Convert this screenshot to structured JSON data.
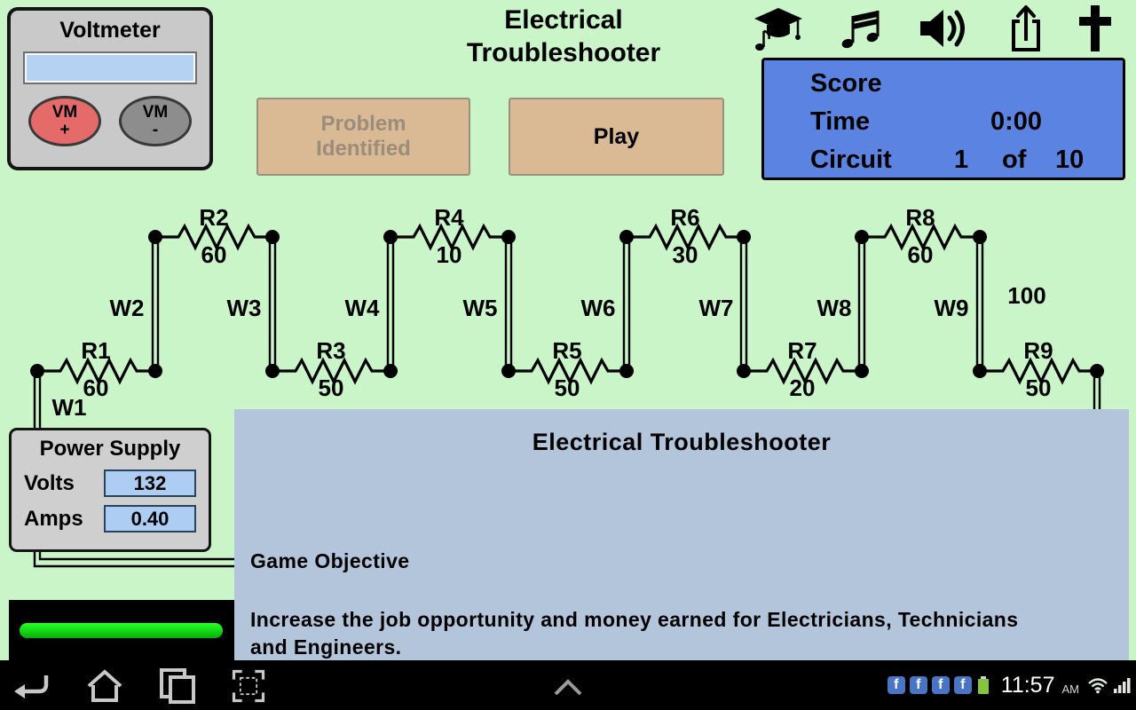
{
  "header": {
    "title_line1": "Electrical",
    "title_line2": "Troubleshooter"
  },
  "voltmeter": {
    "title": "Voltmeter",
    "display_value": "",
    "vm_plus": {
      "line1": "VM",
      "line2": "+"
    },
    "vm_minus": {
      "line1": "VM",
      "line2": "-"
    }
  },
  "controls": {
    "problem_button_line1": "Problem",
    "problem_button_line2": "Identified",
    "play_button": "Play"
  },
  "score_panel": {
    "score_label": "Score",
    "time_label": "Time",
    "time_value": "0:00",
    "circuit_label": "Circuit",
    "circuit_number": "1",
    "of_label": "of",
    "circuit_total": "10"
  },
  "circuit": {
    "resistors": [
      {
        "name": "R1",
        "value": "60"
      },
      {
        "name": "R2",
        "value": "60"
      },
      {
        "name": "R3",
        "value": "50"
      },
      {
        "name": "R4",
        "value": "10"
      },
      {
        "name": "R5",
        "value": "50"
      },
      {
        "name": "R6",
        "value": "30"
      },
      {
        "name": "R7",
        "value": "20"
      },
      {
        "name": "R8",
        "value": "60"
      },
      {
        "name": "R9",
        "value": "50"
      }
    ],
    "wire_labels": {
      "w1": "W1",
      "w2": "W2",
      "w3": "W3",
      "w4": "W4",
      "w5": "W5",
      "w6": "W6",
      "w7": "W7",
      "w8": "W8",
      "w9": "W9"
    },
    "extra_value": "100"
  },
  "power_supply": {
    "title": "Power Supply",
    "volts_label": "Volts",
    "volts_value": "132",
    "amps_label": "Amps",
    "amps_value": "0.40"
  },
  "dialog": {
    "title": "Electrical Troubleshooter",
    "heading": "Game Objective",
    "body": "Increase the job opportunity and money earned for Electricians, Technicians and Engineers."
  },
  "meter": {
    "fill_percent": 90
  },
  "navbar": {
    "time": "11:57",
    "ampm": "AM",
    "fb": "f"
  },
  "icons": {
    "top": [
      "graduation-cap-icon",
      "music-notes-icon",
      "speaker-icon",
      "share-icon",
      "cross-icon"
    ],
    "nav": [
      "back-icon",
      "home-icon",
      "recent-apps-icon",
      "screenshot-icon",
      "chevron-up-icon",
      "battery-icon",
      "wifi-icon",
      "signal-icon"
    ]
  },
  "colors": {
    "background": "#c9f5c9",
    "score_bg": "#5b84e2",
    "dialog_bg": "#b2c5da",
    "button_tan": "#d9ba95",
    "field_blue": "#b6d2f2",
    "vm_plus_red": "#e56b6b",
    "green_bar": "#00d400"
  }
}
